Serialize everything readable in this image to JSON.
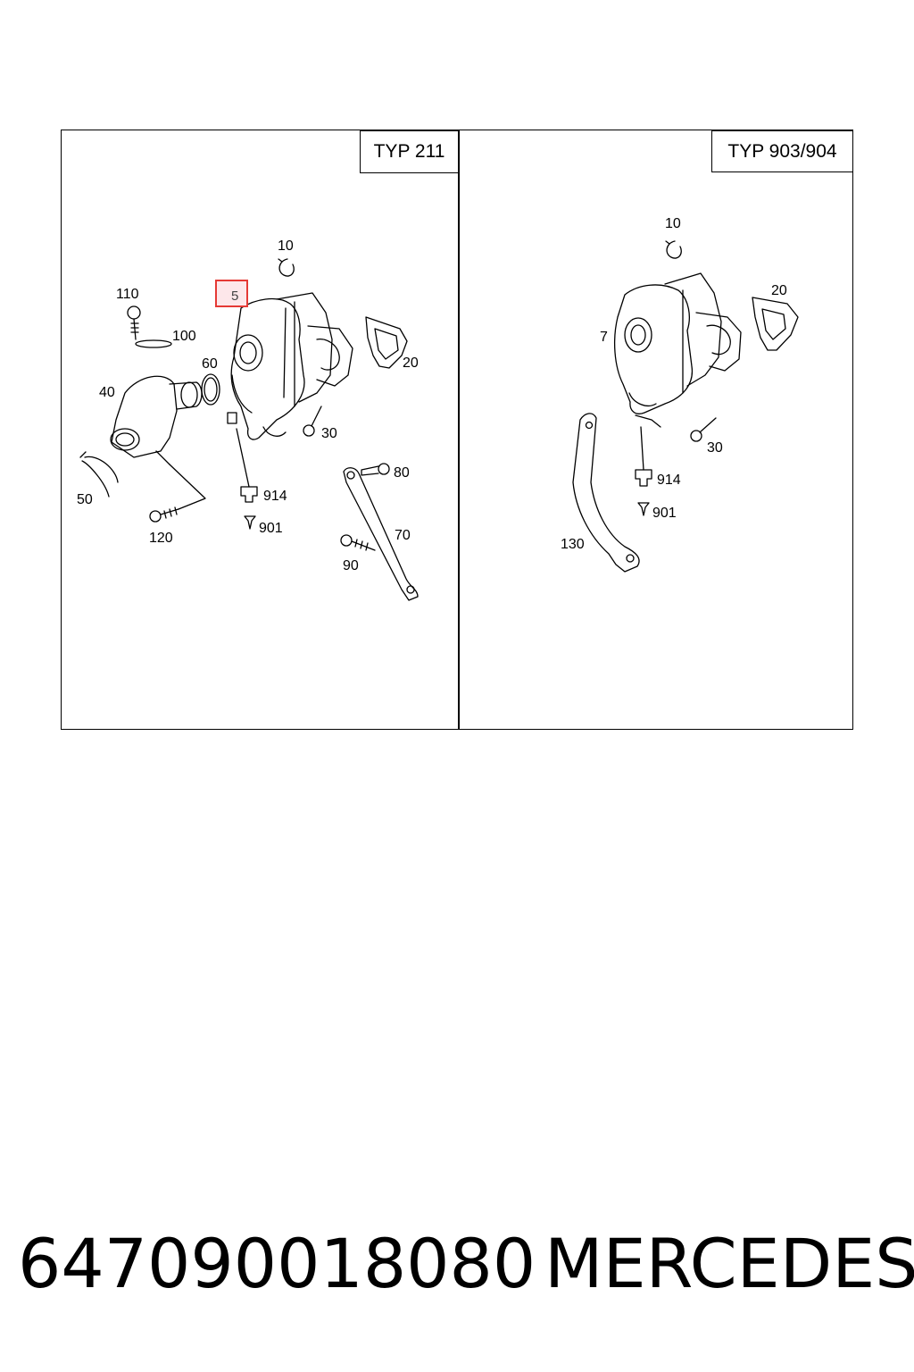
{
  "panels": {
    "left": {
      "type_label": "TYP 211"
    },
    "right": {
      "type_label": "TYP 903/904"
    }
  },
  "callouts_left": {
    "c10": "10",
    "c5": "5",
    "c110": "110",
    "c100": "100",
    "c60": "60",
    "c20": "20",
    "c40": "40",
    "c30": "30",
    "c80": "80",
    "c914": "914",
    "c50": "50",
    "c901": "901",
    "c70": "70",
    "c120": "120",
    "c90": "90"
  },
  "callouts_right": {
    "c10": "10",
    "c20": "20",
    "c7": "7",
    "c30": "30",
    "c914": "914",
    "c901": "901",
    "c130": "130"
  },
  "highlight": {
    "callout": "5",
    "color": "#e53935"
  },
  "footer": {
    "part_number": "647090018080",
    "brand": "MERCEDES"
  }
}
